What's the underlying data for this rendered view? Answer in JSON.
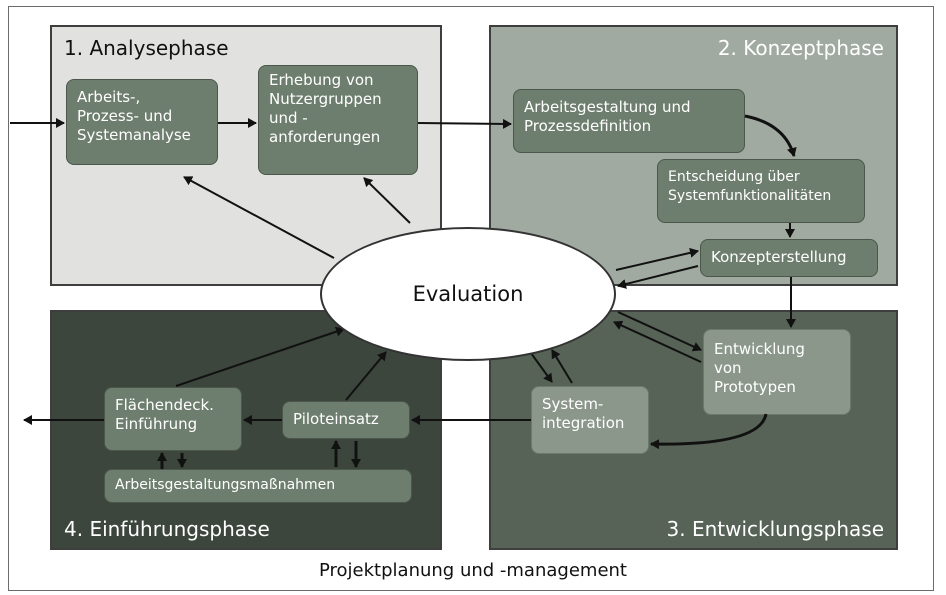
{
  "phases": {
    "analyse": "1. Analysephase",
    "konzept": "2. Konzeptphase",
    "entwicklung": "3. Entwicklungsphase",
    "einfuehrung": "4. Einführungsphase"
  },
  "nodes": {
    "arbeits_prozess_systemanalyse": "Arbeits-,\nProzess- und\nSystemanalyse",
    "erhebung_nutzergruppen": "Erhebung von\nNutzergruppen\nund -\nanforderungen",
    "arbeitsgestaltung_prozessdefinition": "Arbeitsgestaltung und\nProzessdefinition",
    "entscheidung_systemfunktionalitaeten": "Entscheidung über\nSystemfunktionalitäten",
    "konzepterstellung": "Konzepterstellung",
    "entwicklung_prototypen": "Entwicklung\nvon\nPrototypen",
    "systemintegration": "System-\nintegration",
    "piloteinsatz": "Piloteinsatz",
    "flaechendeckende_einfuehrung": "Flächendeck.\nEinführung",
    "arbeitsgestaltungsmassnahmen": "Arbeitsgestaltungsmaßnahmen"
  },
  "evaluation": "Evaluation",
  "footer": "Projektplanung und -management"
}
